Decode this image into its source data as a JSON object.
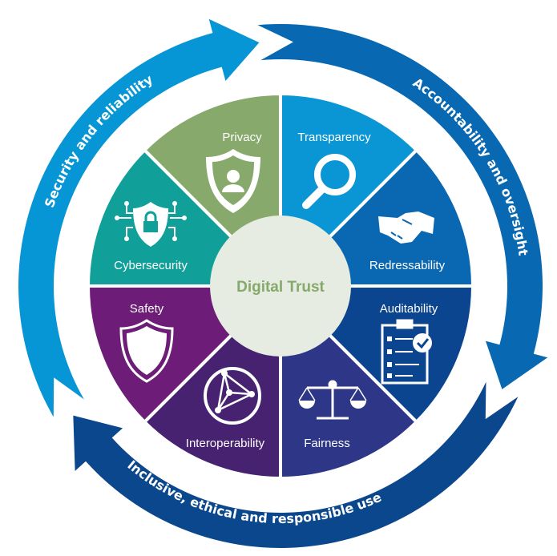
{
  "center": {
    "label": "Digital Trust",
    "fill": "#e6ece1",
    "text_color": "#85a96a"
  },
  "ring": [
    {
      "label": "Security and reliability",
      "color": "#0796d5"
    },
    {
      "label": "Accountability and oversight",
      "color": "#0868b2"
    },
    {
      "label": "Inclusive, ethical and responsible use",
      "color": "#0b478d"
    }
  ],
  "segments": [
    {
      "label": "Redressability",
      "icon": "handshake-icon",
      "color": "#0a67b1"
    },
    {
      "label": "Auditability",
      "icon": "clipboard-check-icon",
      "color": "#0b4590"
    },
    {
      "label": "Fairness",
      "icon": "scales-icon",
      "color": "#2e3688"
    },
    {
      "label": "Interoperability",
      "icon": "network-globe-icon",
      "color": "#472271"
    },
    {
      "label": "Safety",
      "icon": "shield-icon",
      "color": "#6d1c77"
    },
    {
      "label": "Cybersecurity",
      "icon": "shield-lock-circuit-icon",
      "color": "#11a099"
    },
    {
      "label": "Privacy",
      "icon": "shield-person-icon",
      "color": "#87a96b"
    },
    {
      "label": "Transparency",
      "icon": "magnifier-icon",
      "color": "#0a96d4"
    }
  ]
}
